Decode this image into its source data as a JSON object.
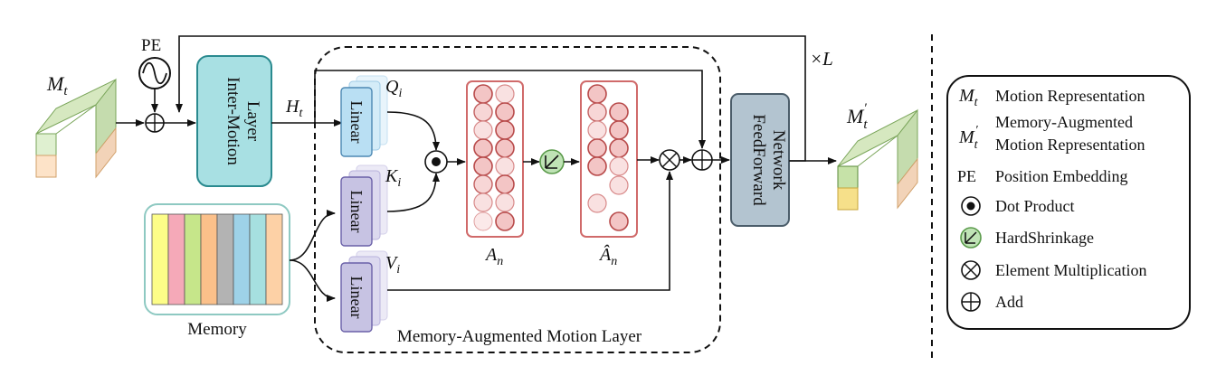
{
  "labels": {
    "pe": "PE",
    "m_t": "M",
    "m_t_sub": "t",
    "inter_motion_line1": "Inter-Motion",
    "inter_motion_line2": "Layer",
    "h_t": "H",
    "h_t_sub": "t",
    "linear": "Linear",
    "q": "Q",
    "q_sub": "i",
    "k": "K",
    "k_sub": "i",
    "v": "V",
    "v_sub": "i",
    "a_n": "A",
    "a_n_sub": "n",
    "a_hat_n": "Â",
    "a_hat_n_sub": "n",
    "ffn_line1": "FeedForward",
    "ffn_line2": "Network",
    "times_l": "×L",
    "memory": "Memory",
    "mem_aug_layer": "Memory-Augmented Motion Layer",
    "m_t_prime": "M",
    "m_t_prime_sub": "t",
    "prime": "′"
  },
  "legend": {
    "items": [
      {
        "symbol": "M",
        "sub": "t",
        "text": "Motion Representation"
      },
      {
        "symbol": "M",
        "sub": "t",
        "text_line1": "Memory-Augmented",
        "text_line2": "Motion Representation"
      },
      {
        "symbol": "PE",
        "text": "Position Embedding"
      },
      {
        "symbol": "dot-product-icon",
        "text": "Dot Product"
      },
      {
        "symbol": "hardshrinkage-icon",
        "text": "HardShrinkage"
      },
      {
        "symbol": "element-multiplication-icon",
        "text": "Element Multiplication"
      },
      {
        "symbol": "add-icon",
        "text": "Add"
      }
    ]
  },
  "colors": {
    "inter_motion_fill": "#a8e0e3",
    "inter_motion_stroke": "#2a8a8f",
    "ffn_fill": "#b3c4d0",
    "ffn_stroke": "#4b5d6a",
    "linear_q_fill": "#b9dff3",
    "linear_kv_fill": "#c7c3e3",
    "attention_stroke": "#d06a6a",
    "attention_fill": "#f7dada",
    "hardshrink_fill": "#bfe3b5",
    "memory_stroke": "#8ec9c2",
    "memory_colors": [
      "#fdfd88",
      "#f5a9b8",
      "#c6e68a",
      "#fbc08a",
      "#b3b3b3",
      "#9ed2e8",
      "#a6e0e0",
      "#fdd1a6"
    ]
  }
}
